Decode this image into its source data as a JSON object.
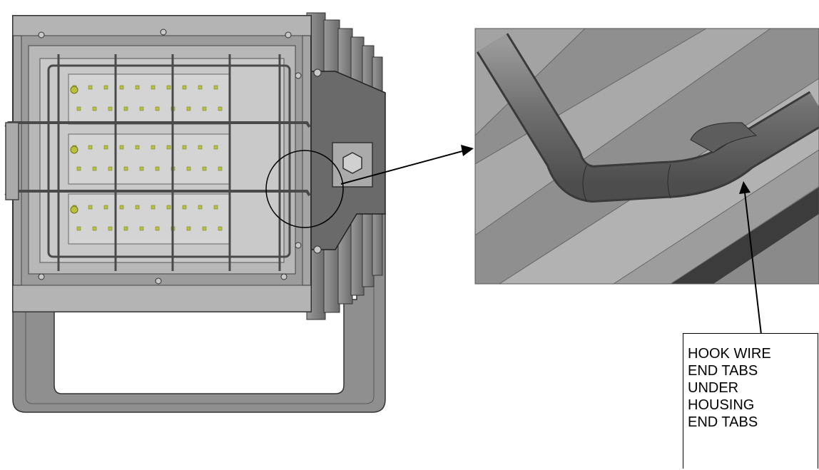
{
  "callout": {
    "lines": [
      "HOOK WIRE",
      "END TABS",
      "UNDER",
      "HOUSING",
      "END TABS"
    ]
  },
  "colors": {
    "housing": "#8c8c8c",
    "housing_dark": "#5f5f5f",
    "frame": "#a7a7a7",
    "led_panel": "#d8d8d8",
    "led": "#b9c23a",
    "detail_bg": "#8f8f8f",
    "line": "#000000"
  }
}
